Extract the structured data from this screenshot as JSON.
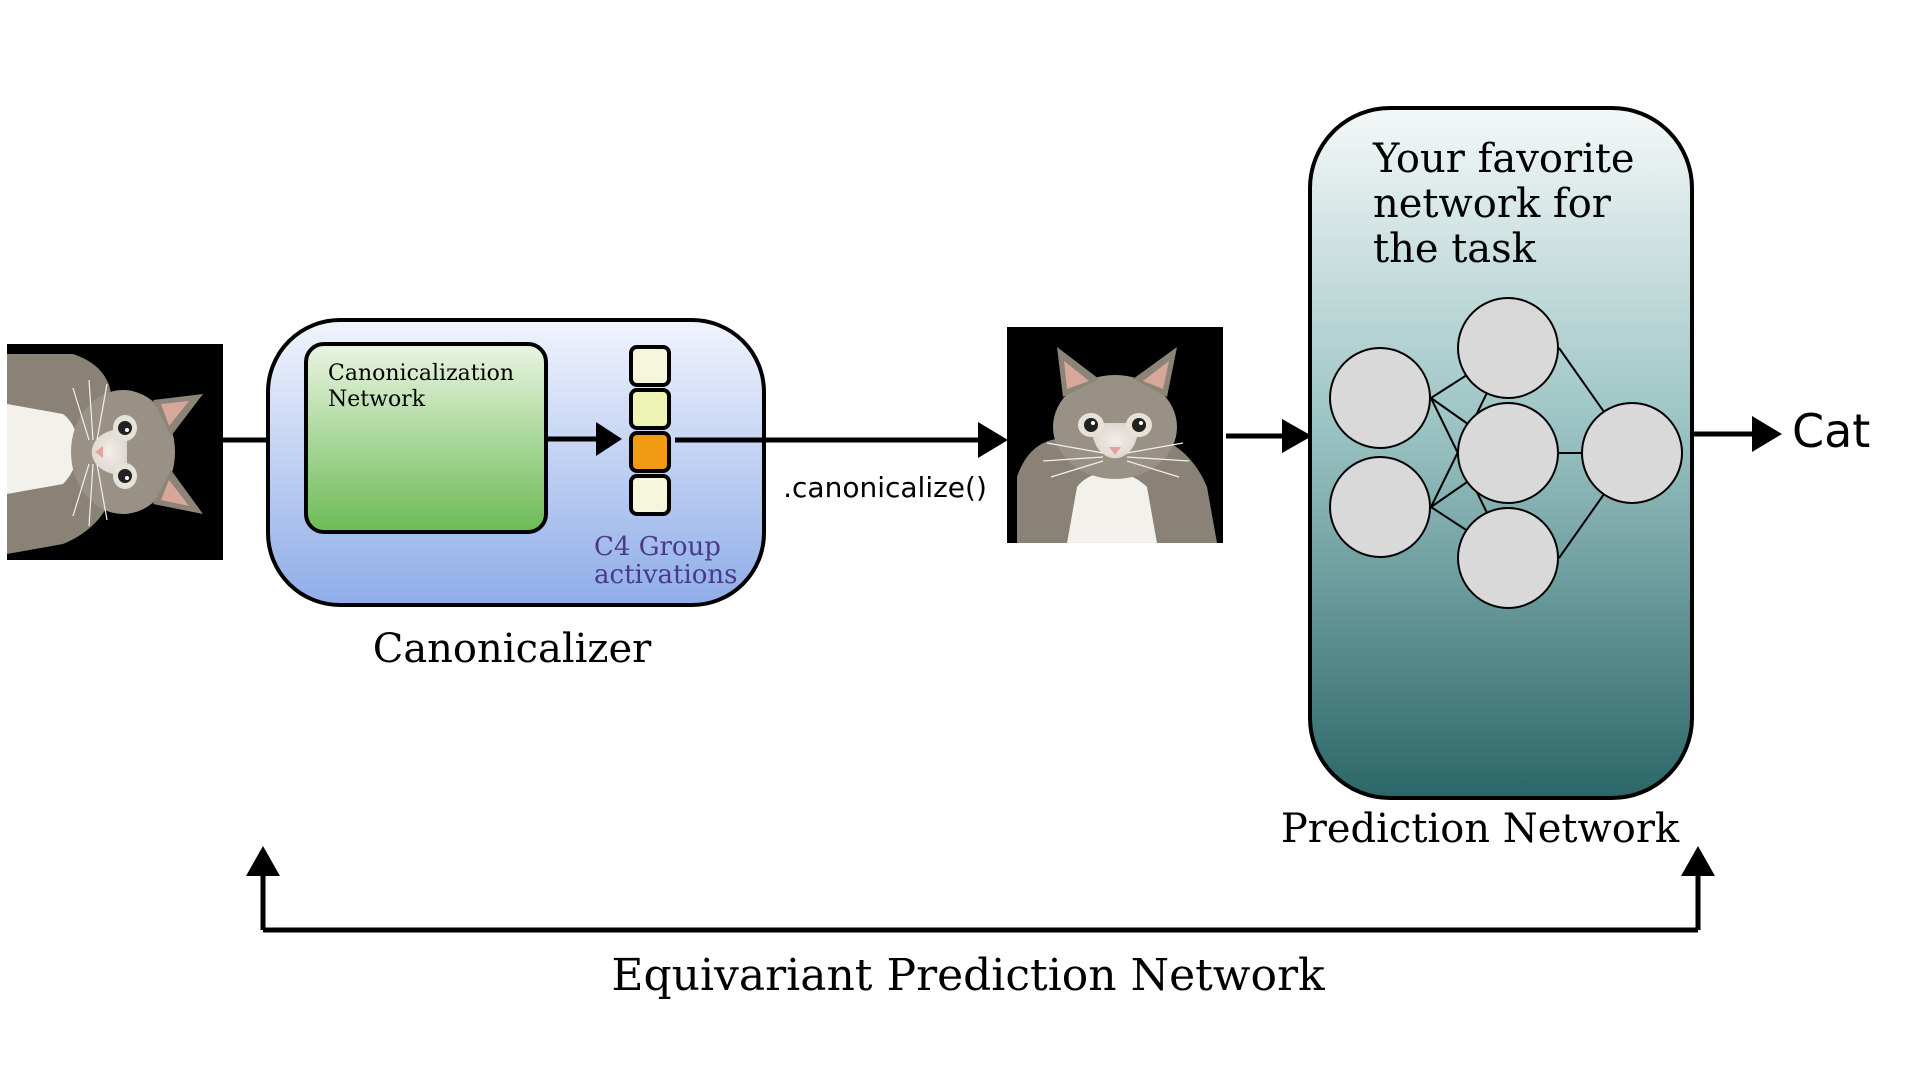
{
  "canonicalizer": {
    "inner_label_line1": "Canonicalization",
    "inner_label_line2": "Network",
    "group_label_line1": "C4 Group",
    "group_label_line2": "activations",
    "title": "Canonicalizer",
    "activation_cells": [
      {
        "color": "#f6f6dc",
        "active": false
      },
      {
        "color": "#eef4b6",
        "active": false
      },
      {
        "color": "#f29a12",
        "active": true
      },
      {
        "color": "#f6f6dc",
        "active": false
      }
    ]
  },
  "canonicalize_call": ".canonicalize()",
  "prediction": {
    "inner_line1": "Your favorite",
    "inner_line2": "network for",
    "inner_line3": "the task",
    "title": "Prediction Network"
  },
  "output_label": "Cat",
  "bottom_label": "Equivariant Prediction Network",
  "colors": {
    "canonicalizer_top": "#f1f4fd",
    "canonicalizer_bottom": "#8fade8",
    "inner_top": "#eaf5e2",
    "inner_bottom": "#6cbb55",
    "prediction_top": "#f4f8f8",
    "prediction_bottom": "#2b6768",
    "group_text": "#4a3a8c",
    "neuron_fill": "#d9d9d9"
  }
}
